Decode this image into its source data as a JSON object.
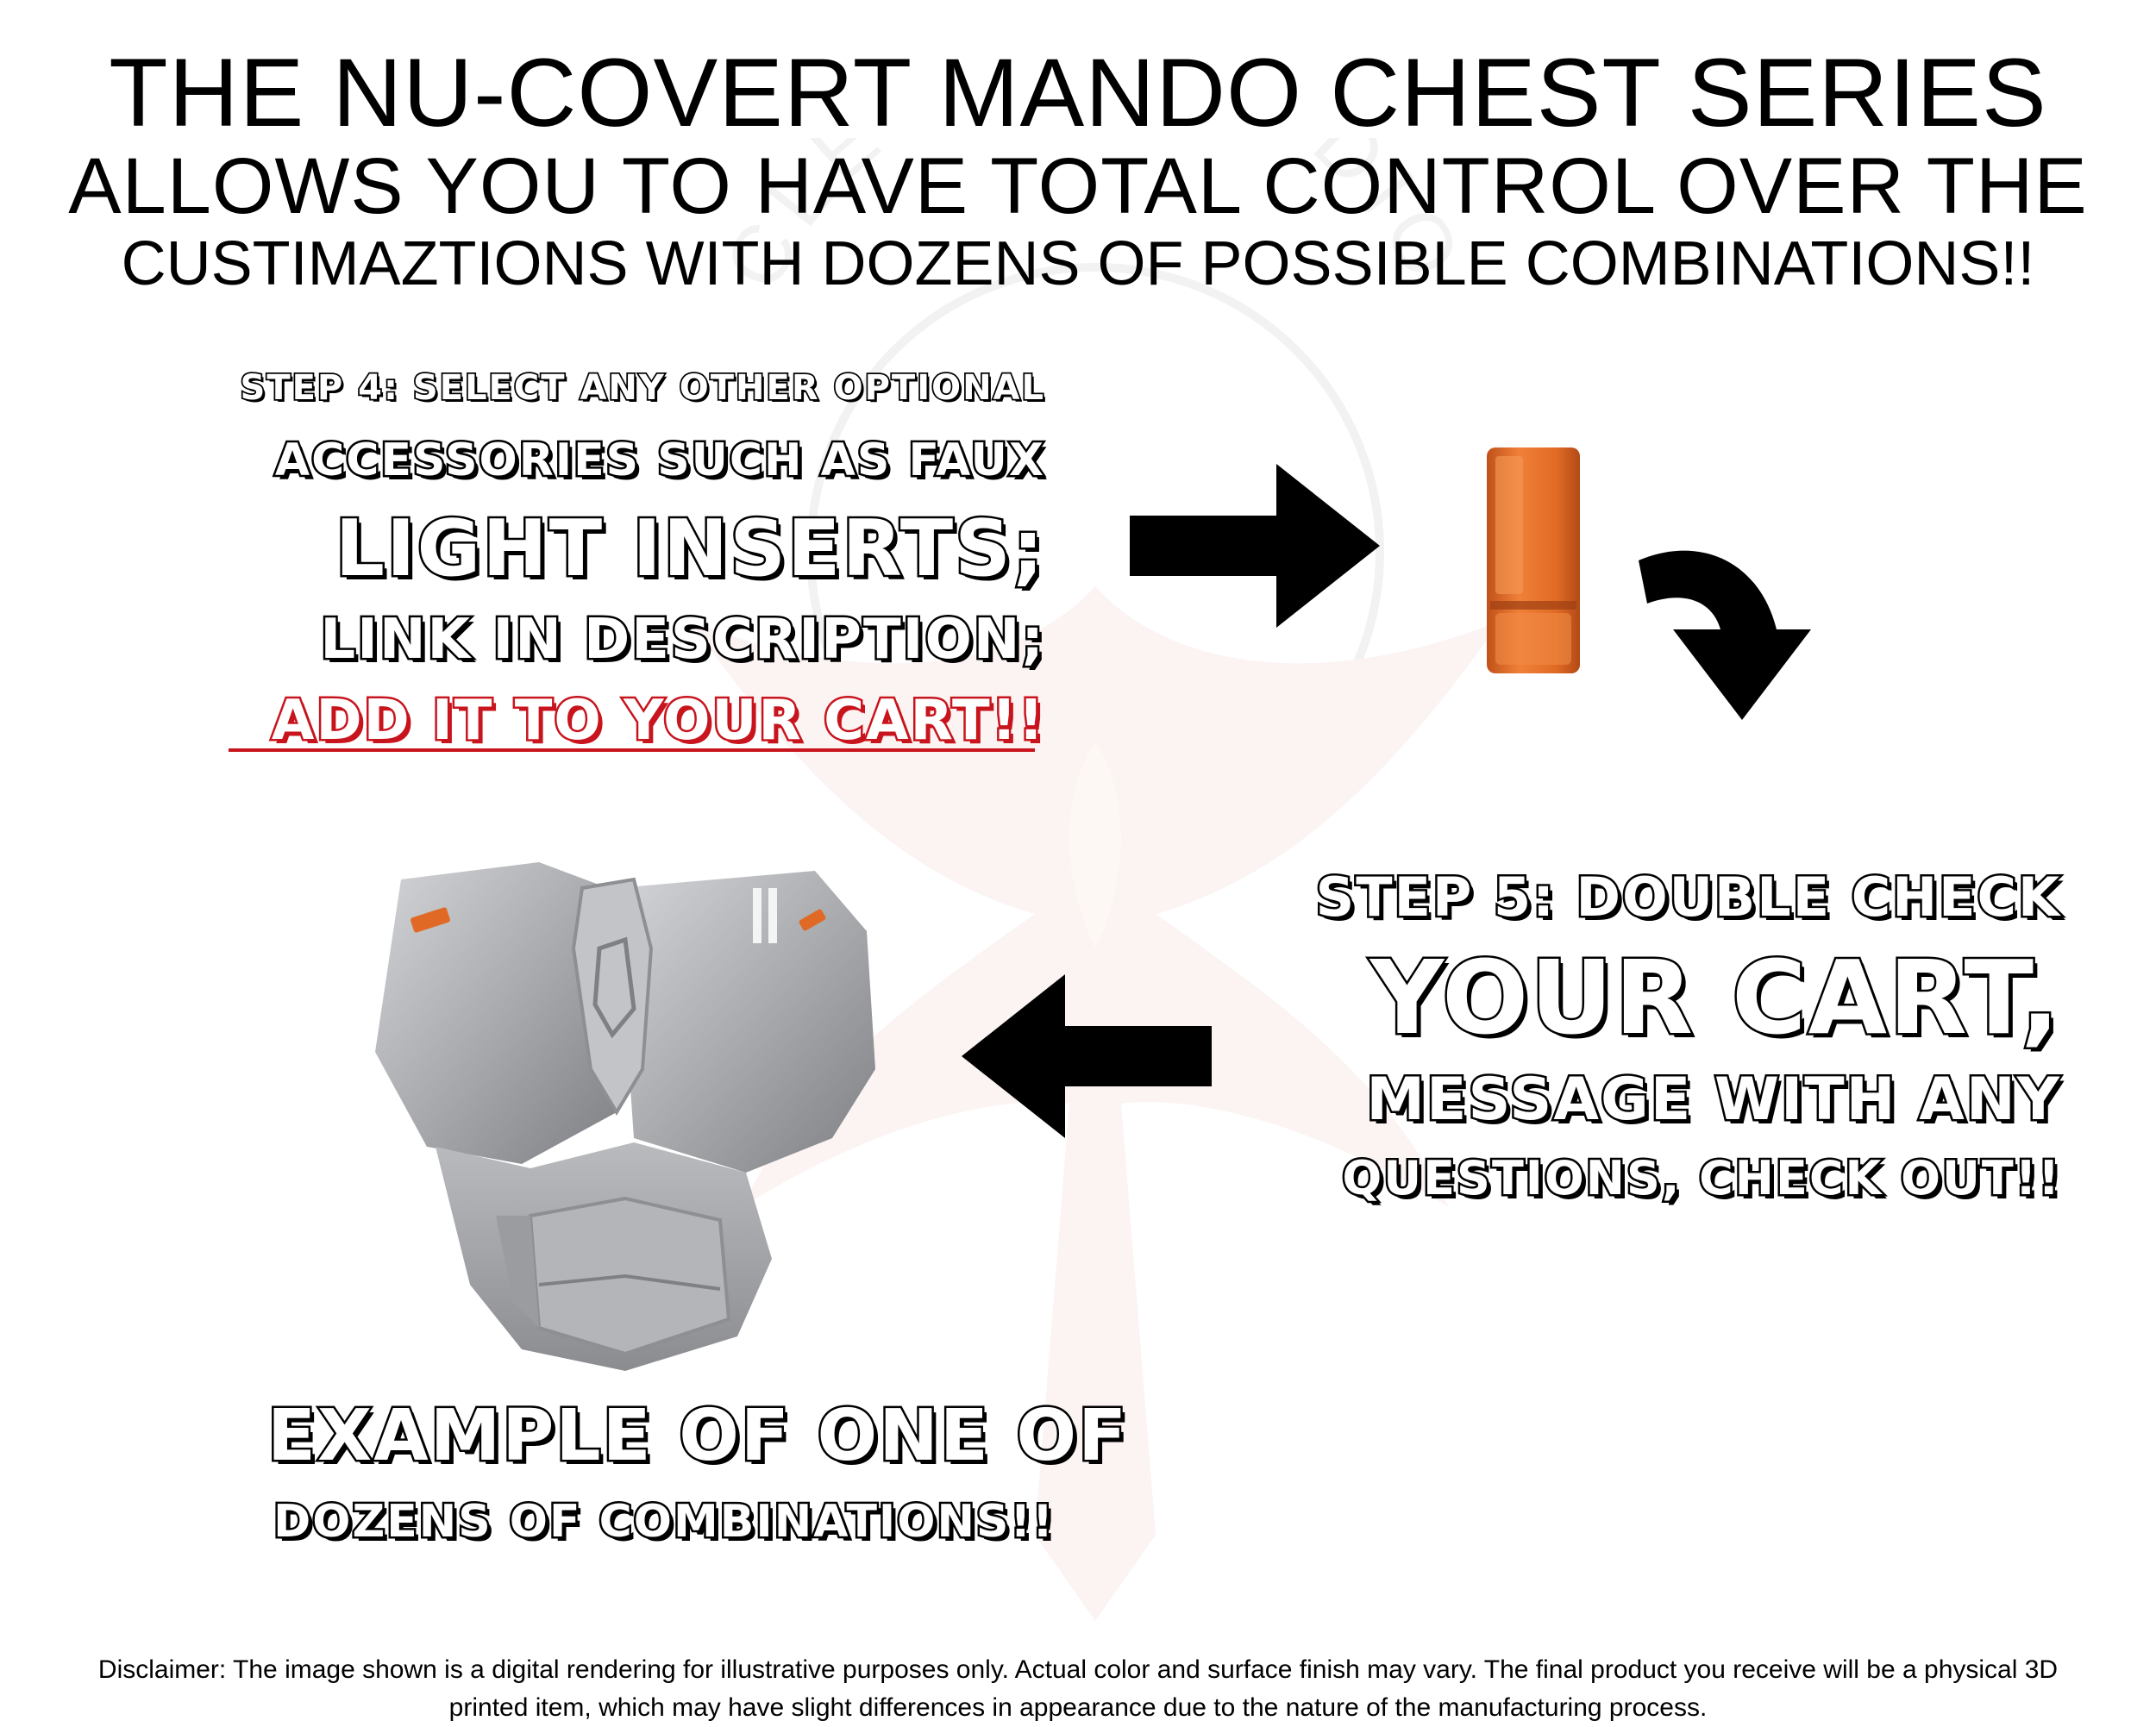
{
  "header": {
    "line1": "THE NU-COVERT MANDO CHEST SERIES",
    "line2": "ALLOWS YOU TO HAVE TOTAL CONTROL OVER THE",
    "line3": "CUSTIMAZTIONS WITH DOZENS OF POSSIBLE COMBINATIONS!!"
  },
  "step4": {
    "line1": "STEP 4: SELECT ANY OTHER OPTIONAL",
    "line2": "ACCESSORIES SUCH AS FAUX",
    "line3": "LIGHT INSERTS;",
    "line4": "LINK IN DESCRIPTION;",
    "line5": "ADD IT TO YOUR CART!!"
  },
  "step5": {
    "line1": "STEP 5: DOUBLE CHECK",
    "line2": "YOUR CART,",
    "line3": "MESSAGE WITH ANY",
    "line4": "QUESTIONS, CHECK OUT!!"
  },
  "example": {
    "line1": "EXAMPLE OF ONE OF",
    "line2": "DOZENS OF COMBINATIONS!!"
  },
  "watermark": {
    "text": "CLEVER STUDIO"
  },
  "disclaimer": {
    "line1": "Disclaimer: The image shown is a digital rendering for illustrative purposes only. Actual color and surface finish may vary. The final product you receive will be a physical 3D",
    "line2": "printed item, which may have slight differences in appearance due to the nature of the manufacturing process."
  },
  "colors": {
    "accent_red": "#c8141c",
    "accessory_orange": "#e06a25",
    "armor_gray": "#a9abae"
  },
  "icons": [
    "right-arrow-icon",
    "curved-down-arrow-icon",
    "left-arrow-icon",
    "light-insert-image",
    "chest-armor-image",
    "phoenix-watermark-logo"
  ]
}
